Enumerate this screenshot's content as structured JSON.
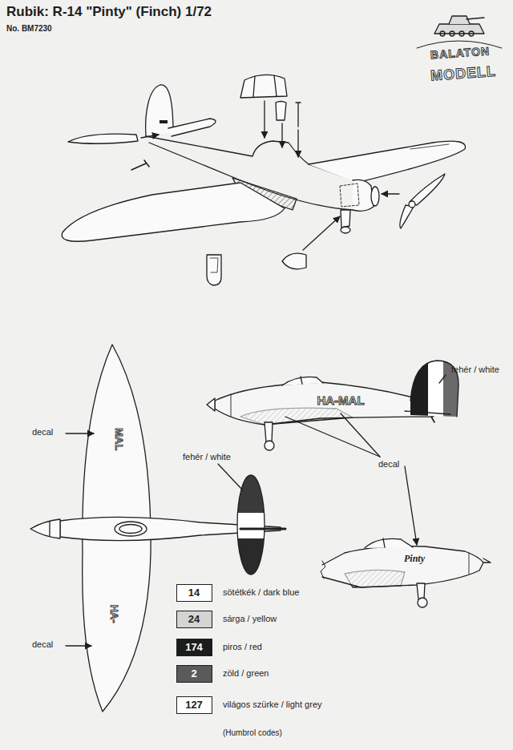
{
  "diagram": {
    "title": "Rubik: R-14 \"Pinty\" (Finch) 1/72",
    "labels": [
      "No. BM7230",
      "BALATON",
      "MODELL",
      "decal",
      "fehér / white",
      "HA-MAL",
      "MAL",
      "fehér / white",
      "decal",
      "Pinty",
      "decal",
      "HA-",
      "14",
      "24",
      "174",
      "2",
      "127",
      "(Humbrol codes)"
    ],
    "legend": [
      {
        "text": "sötétkék / dark blue",
        "color": "#ffffff"
      },
      {
        "text": "sárga / yellow",
        "color": "#d4d4d2"
      },
      {
        "text": "piros / red",
        "color": "#1c1c1c"
      },
      {
        "text": "zöld / green",
        "color": "#5a5a5a"
      },
      {
        "text": "világos szürke / light grey",
        "color": "#ffffff"
      }
    ]
  }
}
